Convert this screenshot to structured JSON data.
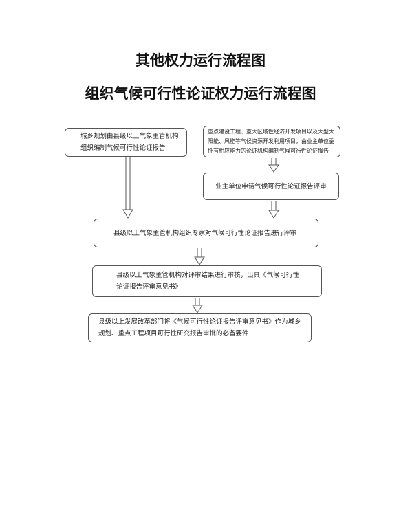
{
  "titles": {
    "main": "其他权力运行流程图",
    "sub": "组织气候可行性论证权力运行流程图"
  },
  "boxes": {
    "b1": [
      "城乡规划由县级以上气象主管机构",
      "组织编制气候可行性论证报告"
    ],
    "b2": [
      "重点建设工程、重大区域性经济开发项目以及大型太",
      "阳能、风能等气候资源开发利用项目，由业主单位委",
      "托有相应能力的论证机构编制气候可行性论证报告"
    ],
    "b3": [
      "业主单位申请气候可行性论证报告评审"
    ],
    "b4": [
      "县级以上气象主管机构组织专家对气候可行性论证报告进行评审"
    ],
    "b5": [
      "县级以上气象主管机构对评审结果进行审核，出具《气候可行性",
      "论证报告评审意见书》"
    ],
    "b6": [
      "县级以上发展改革部门将《气候可行性论证报告评审意见书》作为城乡",
      "规划、重点工程项目可行性研究报告审批的必备要件"
    ]
  }
}
